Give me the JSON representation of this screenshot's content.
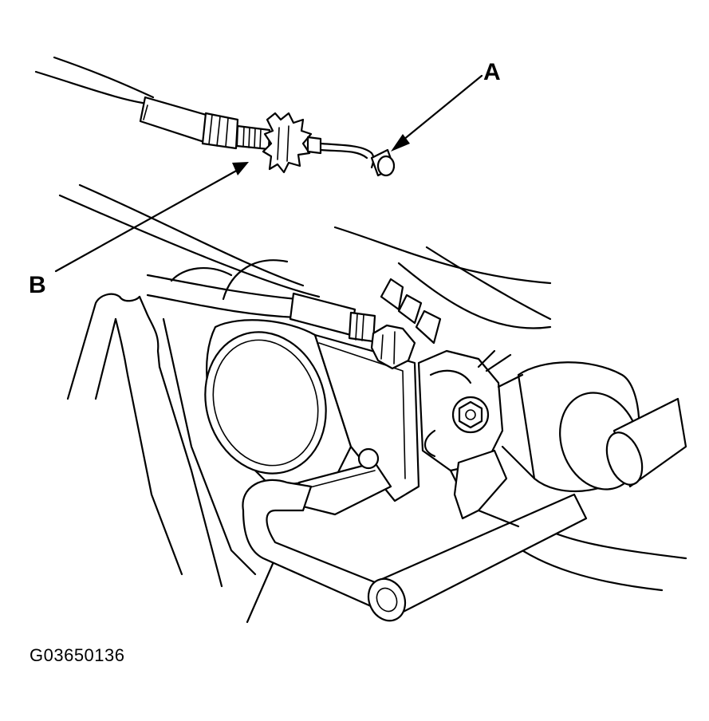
{
  "callouts": {
    "a": "A",
    "b": "B"
  },
  "figure_id": "G03650136",
  "colors": {
    "line": "#000000",
    "background": "#ffffff"
  }
}
